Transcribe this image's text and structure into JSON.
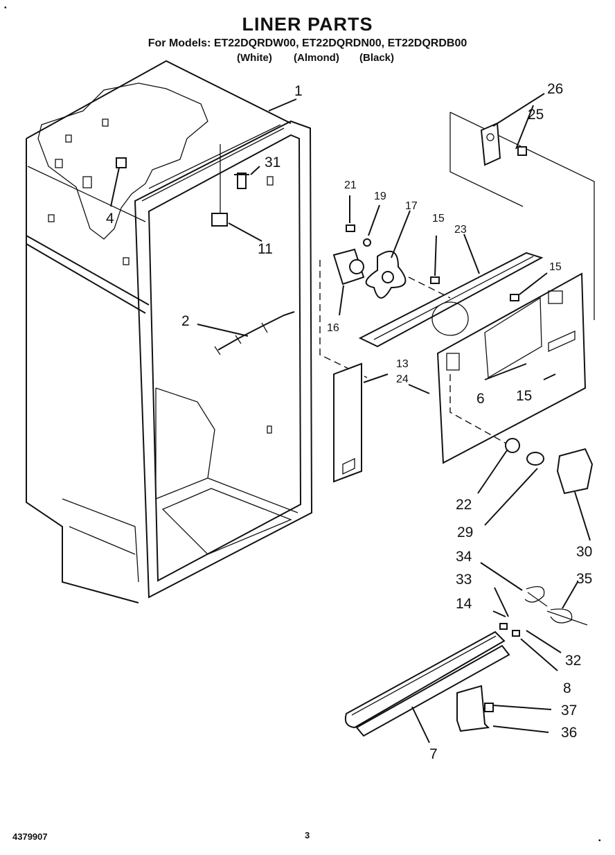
{
  "header": {
    "title": "LINER PARTS",
    "models": "For Models: ET22DQRDW00, ET22DQRDN00, ET22DQRDB00",
    "colors": [
      "(White)",
      "(Almond)",
      "(Black)"
    ]
  },
  "callouts": {
    "c1": "1",
    "c2": "2",
    "c4": "4",
    "c6": "6",
    "c7": "7",
    "c8": "8",
    "c11": "11",
    "c13": "13",
    "c14": "14",
    "c15a": "15",
    "c15b": "15",
    "c15c": "15",
    "c16": "16",
    "c17": "17",
    "c19": "19",
    "c21": "21",
    "c22": "22",
    "c23": "23",
    "c24": "24",
    "c25": "25",
    "c26": "26",
    "c29": "29",
    "c30": "30",
    "c31": "31",
    "c32": "32",
    "c33": "33",
    "c34": "34",
    "c35": "35",
    "c36": "36",
    "c37": "37"
  },
  "footer": {
    "doc_number": "4379907",
    "page": "3"
  }
}
